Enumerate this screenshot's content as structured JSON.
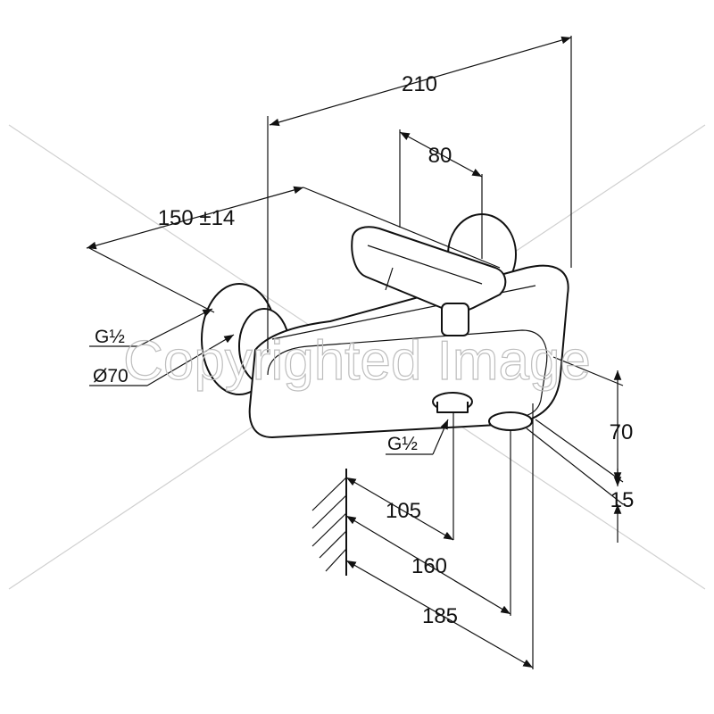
{
  "dimensions": {
    "overall_width": "210",
    "handle_width": "80",
    "center_distance": "150 ±14",
    "thread_wall": "G½",
    "flange_diameter": "Ø70",
    "thread_outlet": "G½",
    "height": "70",
    "outlet_offset": "15",
    "depth_outlet": "105",
    "depth_mid": "160",
    "depth_total": "185"
  },
  "watermark": "Copyrighted Image",
  "colors": {
    "line": "#111111",
    "watermark": "#bdbdbd",
    "background": "#ffffff"
  }
}
